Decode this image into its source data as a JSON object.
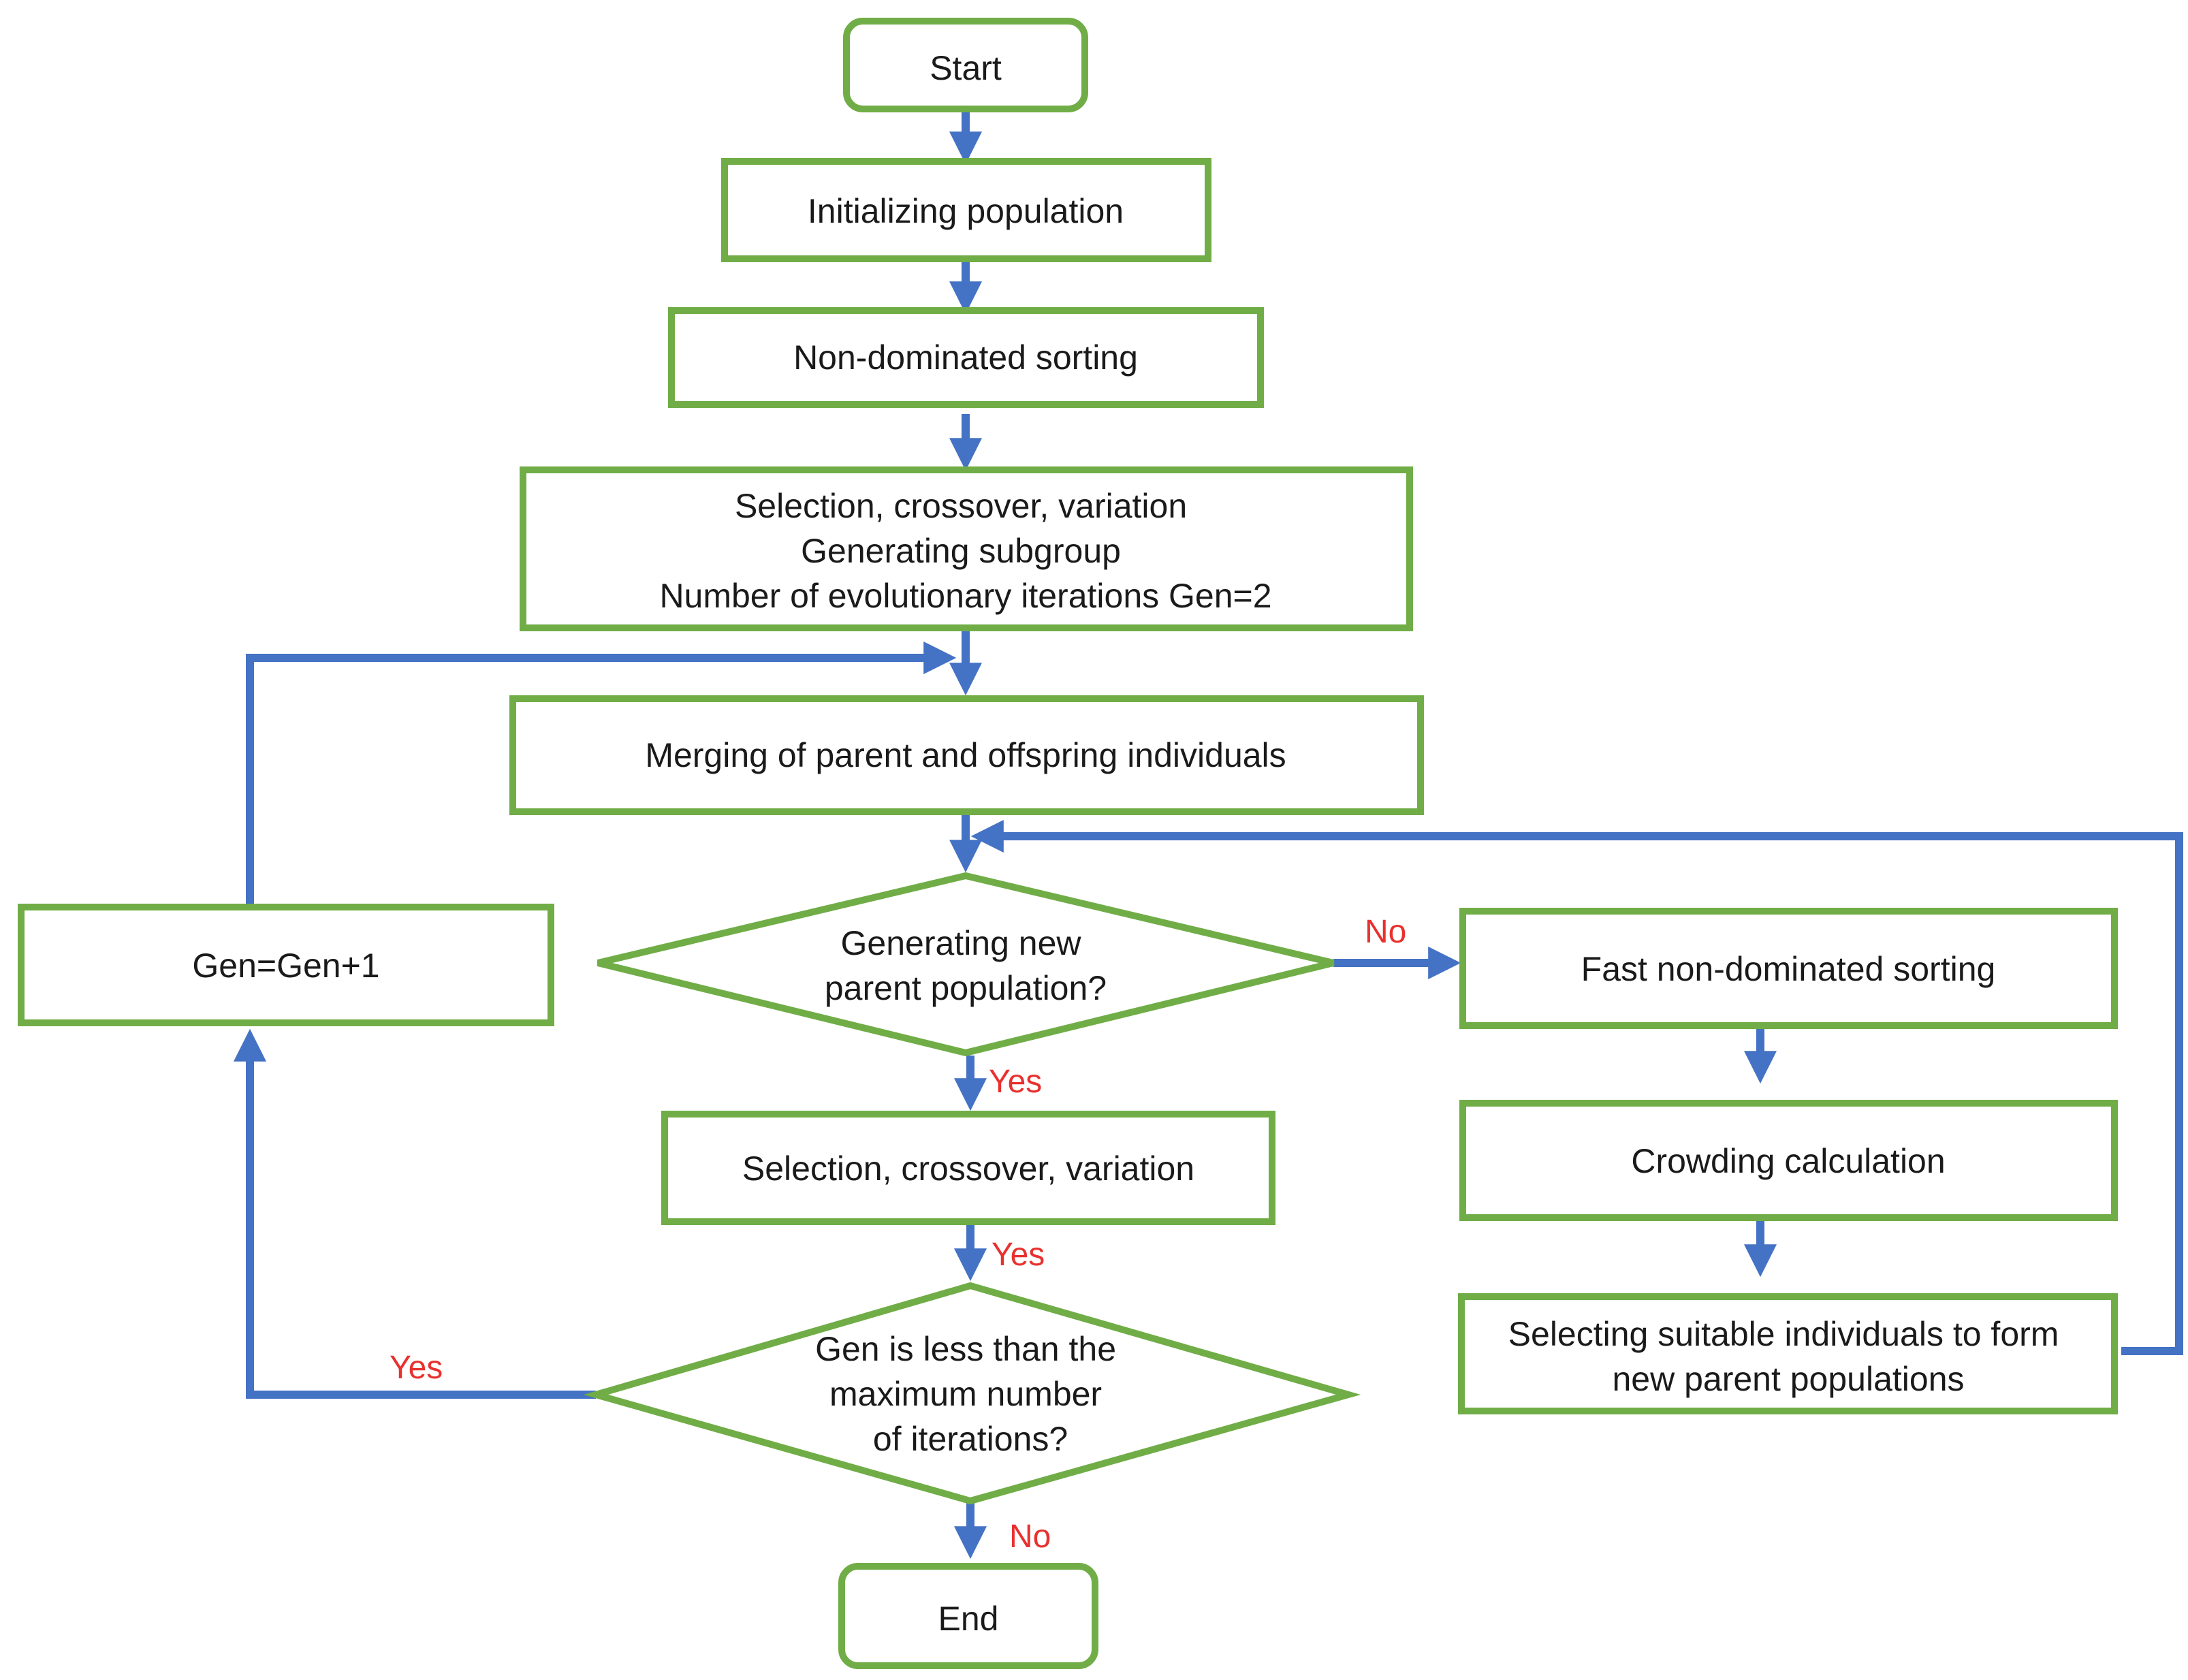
{
  "colors": {
    "node_border": "#70ad47",
    "arrow": "#4472c4",
    "edge_label": "#e8312f",
    "text": "#1a1a1a",
    "background": "#ffffff"
  },
  "nodes": {
    "start": {
      "lines": [
        "Start"
      ]
    },
    "init": {
      "lines": [
        "Initializing population"
      ]
    },
    "nds": {
      "lines": [
        "Non-dominated sorting"
      ]
    },
    "sel1": {
      "lines": [
        "Selection, crossover, variation",
        "Generating subgroup",
        "Number of evolutionary iterations Gen=2"
      ]
    },
    "merge": {
      "lines": [
        "Merging of parent and offspring individuals"
      ]
    },
    "dec1": {
      "lines": [
        "Generating new",
        "parent population?"
      ]
    },
    "sel2": {
      "lines": [
        "Selection, crossover, variation"
      ]
    },
    "dec2": {
      "lines": [
        "Gen is less than the",
        "maximum number",
        "of iterations?"
      ]
    },
    "end": {
      "lines": [
        "End"
      ]
    },
    "gen": {
      "lines": [
        "Gen=Gen+1"
      ]
    },
    "fnds": {
      "lines": [
        "Fast non-dominated sorting"
      ]
    },
    "crowd": {
      "lines": [
        "Crowding calculation"
      ]
    },
    "selpar": {
      "lines": [
        "Selecting suitable individuals to form",
        "new parent populations"
      ]
    }
  },
  "edge_labels": {
    "dec1_no": "No",
    "dec1_yes": "Yes",
    "sel2_yes": "Yes",
    "dec2_yes": "Yes",
    "dec2_no": "No"
  }
}
